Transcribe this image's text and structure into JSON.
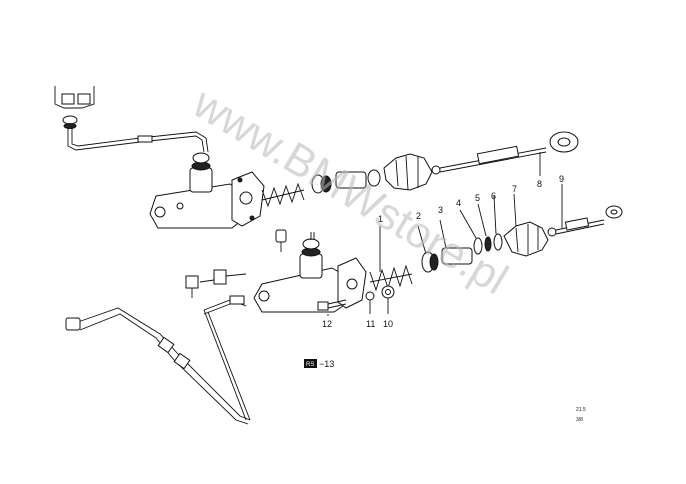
{
  "diagram": {
    "callouts": {
      "c1": "1",
      "c2": "2",
      "c3": "3",
      "c4": "4",
      "c5": "5",
      "c6": "6",
      "c7": "7",
      "c8": "8",
      "c9": "9",
      "c10": "10",
      "c11": "11",
      "c12": "12"
    },
    "rs_badge": "RS",
    "rs_ref": "−13",
    "corner_code_1": "21.5",
    "corner_code_2": "3/8",
    "watermark": "www.BMWstore.pl"
  }
}
